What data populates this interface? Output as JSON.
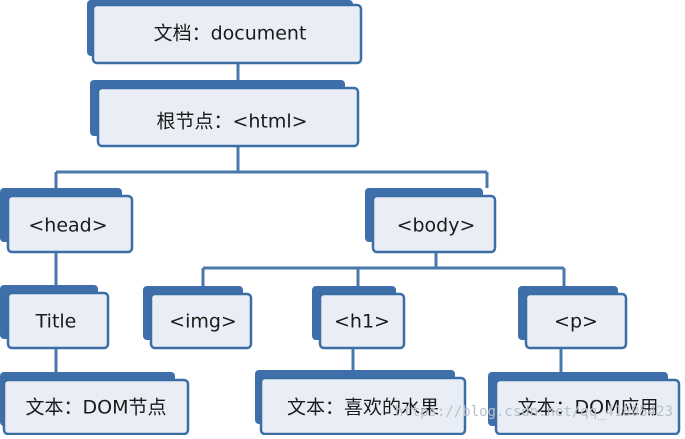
{
  "nodes": {
    "document": {
      "label": "文档：document"
    },
    "html": {
      "label": "根节点：<html>"
    },
    "head": {
      "label": "<head>"
    },
    "body": {
      "label": "<body>"
    },
    "title": {
      "label": "Title"
    },
    "img": {
      "label": "<img>"
    },
    "h1": {
      "label": "<h1>"
    },
    "p": {
      "label": "<p>"
    },
    "text_dom_node": {
      "label": "文本：DOM节点"
    },
    "text_fruit": {
      "label": "文本：喜欢的水果"
    },
    "text_dom_app": {
      "label": "文本：DOM应用"
    }
  },
  "watermark": {
    "text": "https://blog.csdn.net/qq_41805423"
  },
  "colors": {
    "stroke": "#3c6ea6",
    "line": "#4a78ad",
    "fill": "#e9eef6",
    "tab": "#3f6fab"
  }
}
